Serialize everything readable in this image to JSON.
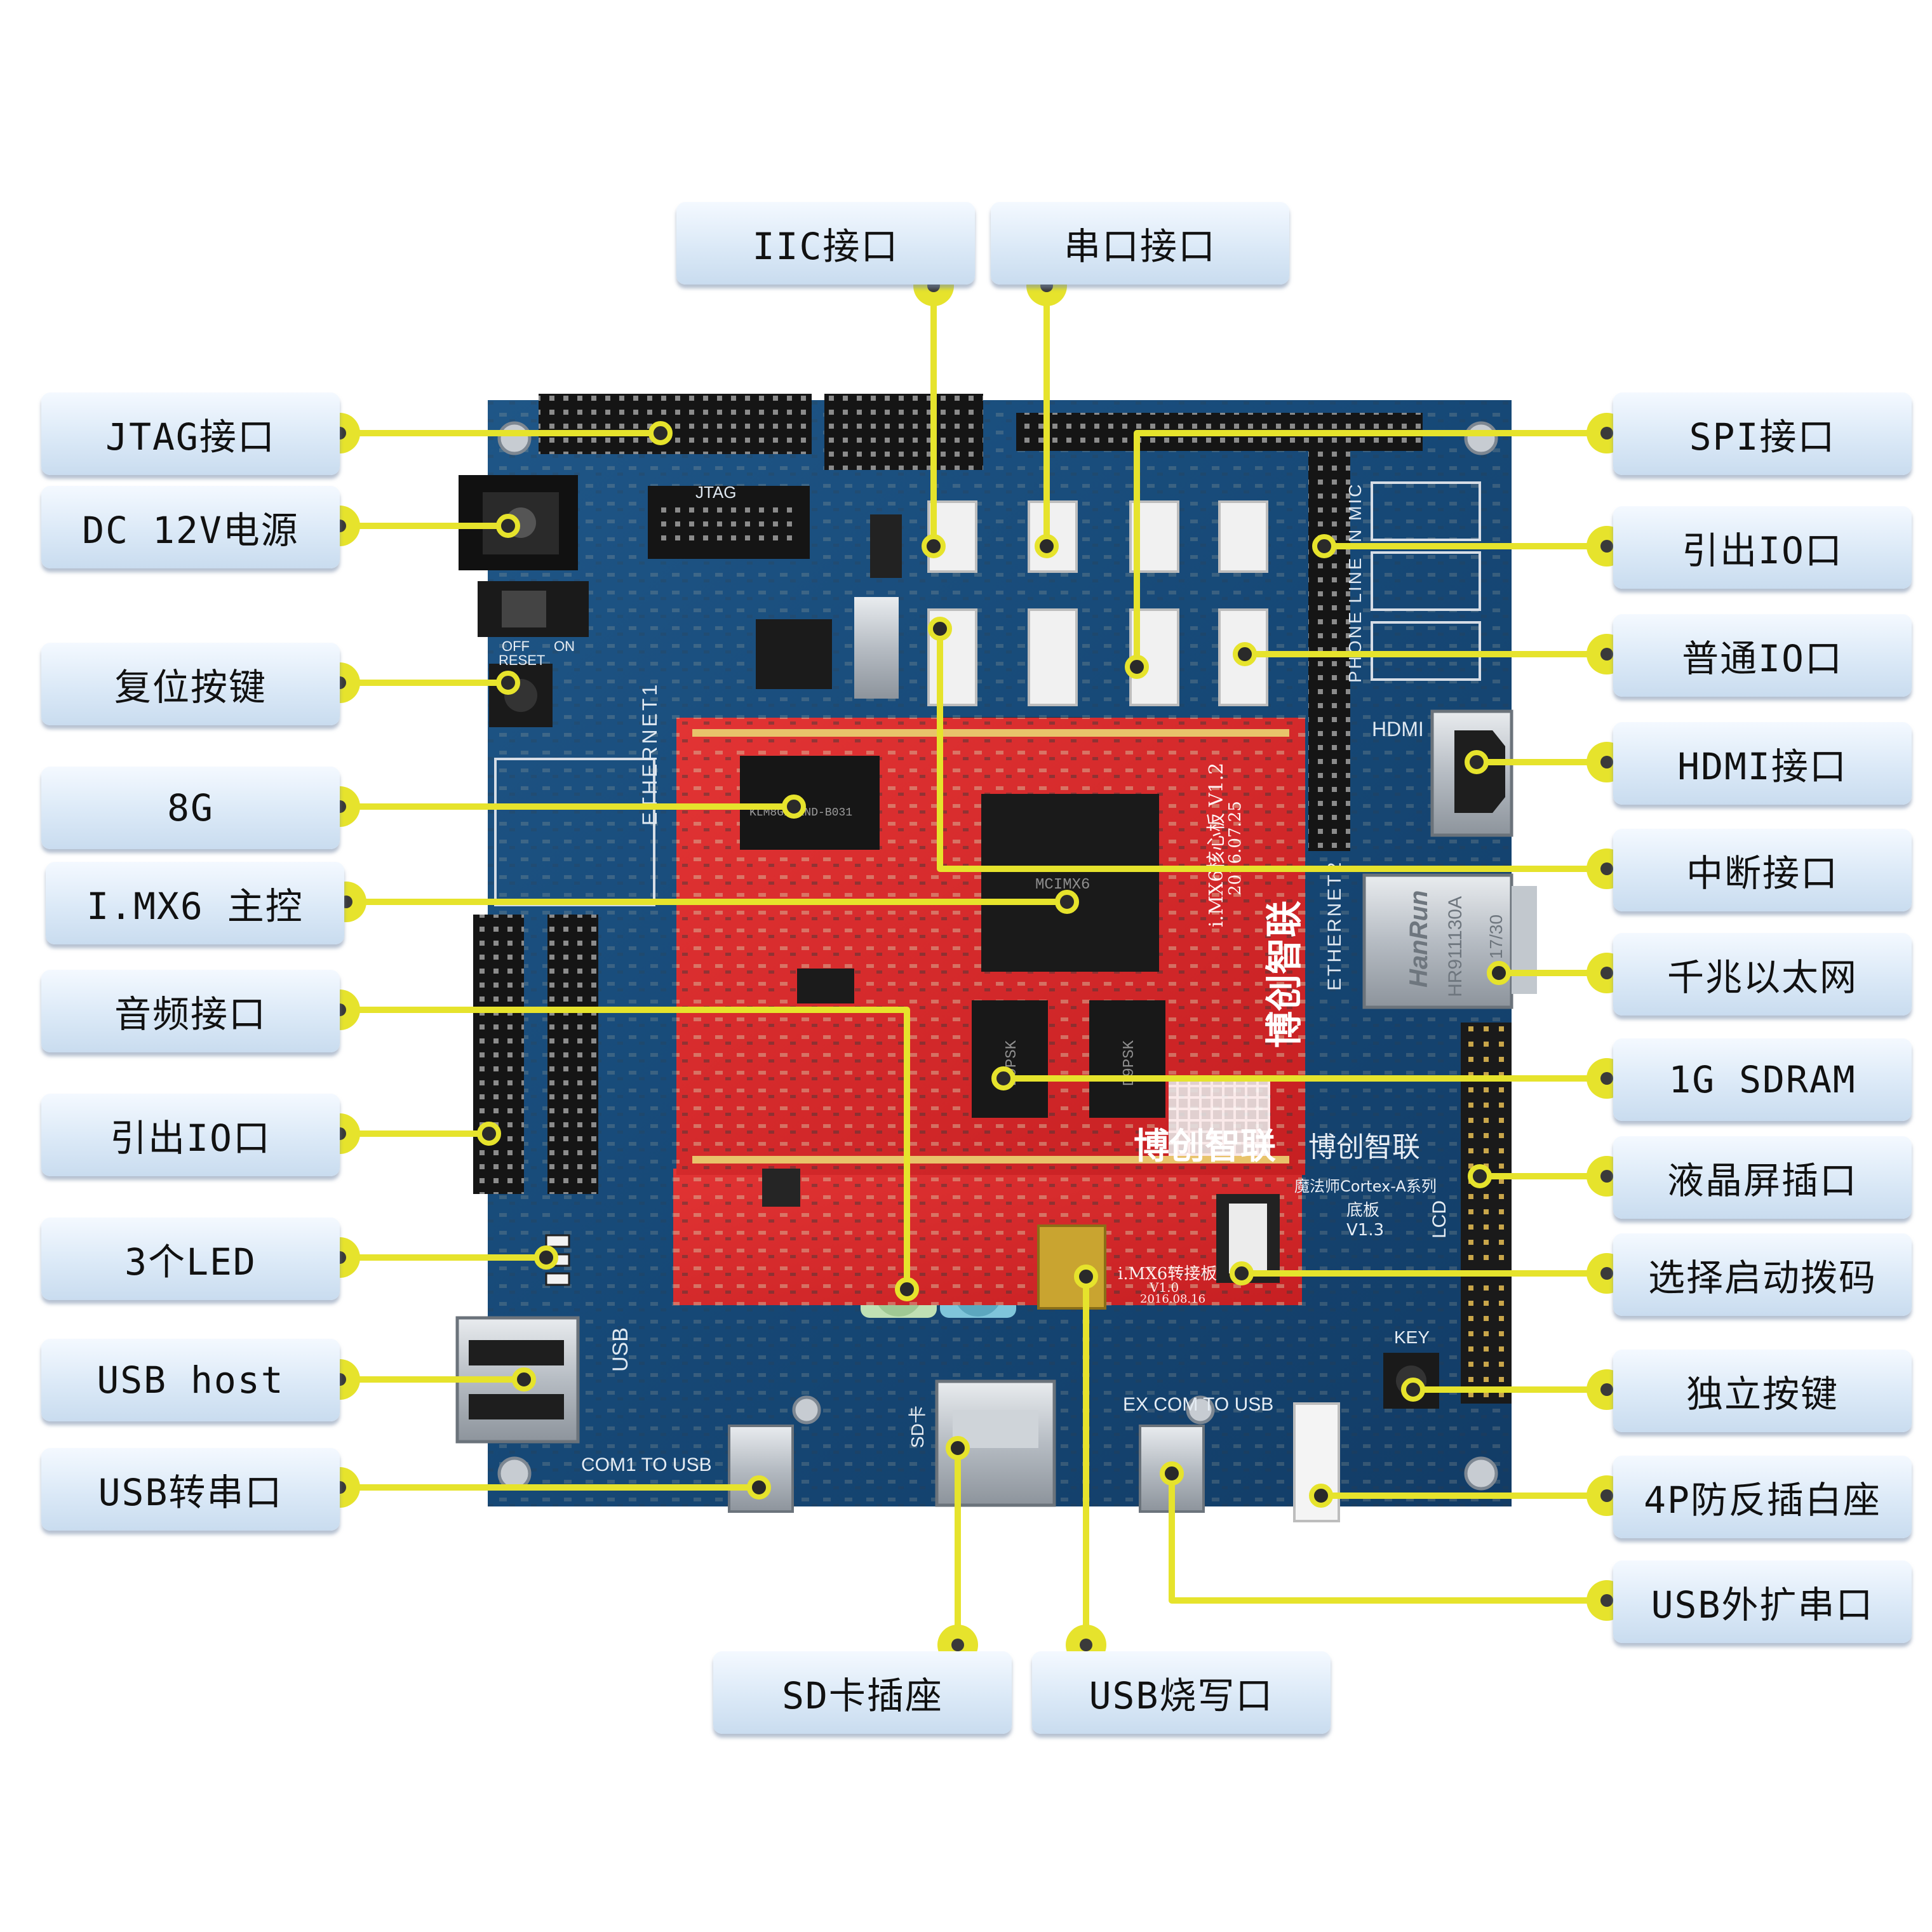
{
  "labels": {
    "iic": "IIC接口",
    "uart": "串口接口",
    "jtag": "JTAG接口",
    "dc": "DC 12V电源",
    "reset": "复位按键",
    "emmc": "8G",
    "cpu": "I.MX6 主控",
    "audio": "音频接口",
    "io_left": "引出IO口",
    "led": "3个LED",
    "usb_host": "USB host",
    "usb_uart": "USB转串口",
    "sd": "SD卡插座",
    "usb_burn": "USB烧写口",
    "spi": "SPI接口",
    "io_right": "引出IO口",
    "gpio": "普通IO口",
    "hdmi": "HDMI接口",
    "irq": "中断接口",
    "eth": "千兆以太网",
    "sdram": "1G SDRAM",
    "lcd": "液晶屏插口",
    "boot": "选择启动拨码",
    "key": "独立按键",
    "p4": "4P防反插白座",
    "usb_ext": "USB外扩串口"
  },
  "board": {
    "ethernet1": "ETHERNET1",
    "ethernet2": "ETHERNET2",
    "hdmi": "HDMI",
    "usb": "USB",
    "com1_to_usb": "COM1 TO USB",
    "ex_com_to_usb": "EX COM TO USB",
    "sd_card": "SD卡",
    "key": "KEY",
    "lcd": "LCD",
    "reset": "RESET",
    "off": "OFF",
    "on": "ON",
    "jtag": "JTAG",
    "phone_line_mic": "PHONE LINE IN MIC",
    "brand": "博创智联",
    "board_series": "魔法师Cortex-A系列",
    "board_name": "底板",
    "board_version": "V1.3",
    "core_name": "i.MX6核心板 V1.2",
    "core_date": "2016.07.25",
    "adapter_name": "i.MX6转接板",
    "adapter_version": "V1.0",
    "adapter_date": "2016.08.16",
    "chip_emmc": "KLM8G1GEND-B031",
    "chip_cpu": "MCIMX6",
    "chip_sdram": "D9PSK",
    "eth_brand": "HanRun",
    "eth_part": "HR911130A",
    "eth_date": "17/30"
  },
  "colors": {
    "leader": "#e6e32c",
    "board": "#1a4a78",
    "core": "#d62a2a",
    "label_top": "#f4f9ff",
    "label_bottom": "#c9dcef"
  }
}
